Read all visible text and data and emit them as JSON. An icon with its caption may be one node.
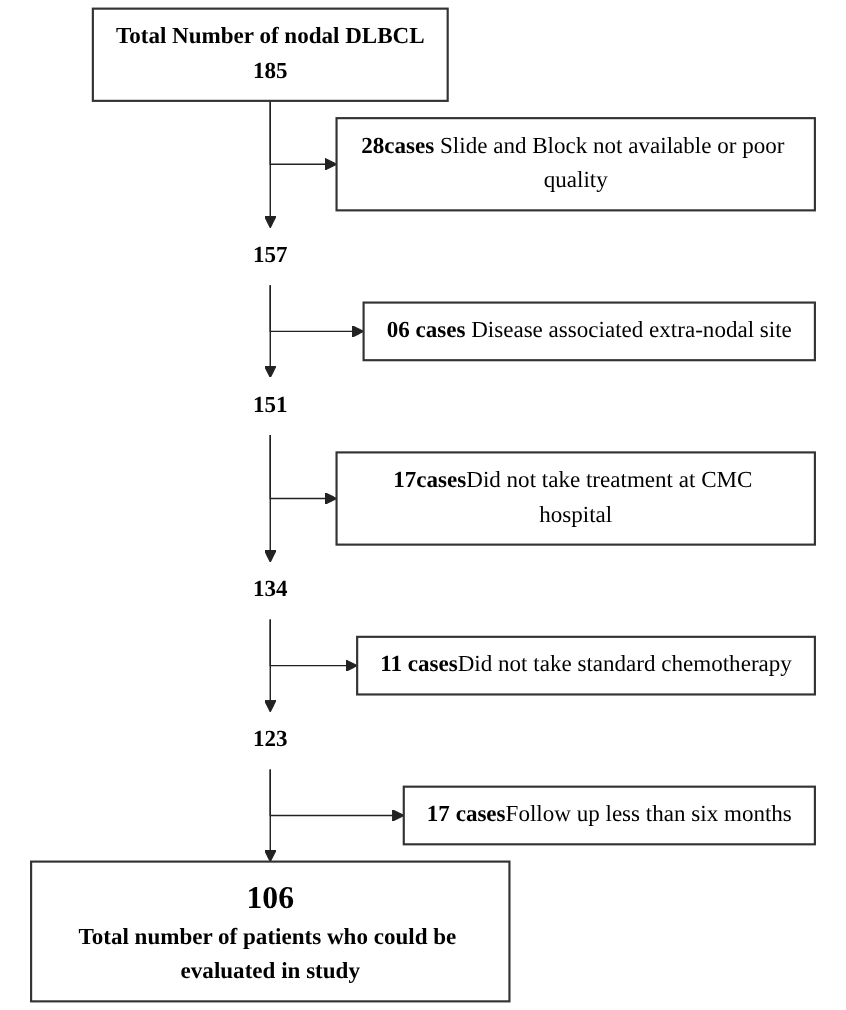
{
  "diagram": {
    "nodes": [
      {
        "text": [
          "Total Number of nodal DLBCL",
          "185"
        ]
      },
      {
        "text": [
          "**28cases** Slide and Block not available or poor quality"
        ]
      },
      {
        "text": [
          "157"
        ]
      },
      {
        "text": [
          "**06 cases** Disease associated extra-nodal site"
        ]
      },
      {
        "text": [
          "151"
        ]
      },
      {
        "text": [
          "**17cases**Did not take treatment at CMC hospital"
        ]
      },
      {
        "text": [
          "134"
        ]
      },
      {
        "text": [
          "**11 cases**Did not take standard chemotherapy"
        ]
      },
      {
        "text": [
          "123"
        ]
      },
      {
        "text": [
          "**17 cases**Follow up less than six months"
        ]
      },
      {
        "text": [
          "106",
          "Total number of patients who could be evaluated in study"
        ]
      }
    ],
    "edges": [
      {
        "from": 0,
        "to": 2,
        "arrow": "to"
      },
      {
        "from": 0,
        "to": 1,
        "arrow": "to"
      },
      {
        "from": 2,
        "to": 4,
        "arrow": "to"
      },
      {
        "from": 2,
        "to": 3,
        "arrow": "to"
      },
      {
        "from": 4,
        "to": 6,
        "arrow": "to"
      },
      {
        "from": 4,
        "to": 5,
        "arrow": "to"
      },
      {
        "from": 6,
        "to": 8,
        "arrow": "to"
      },
      {
        "from": 6,
        "to": 7,
        "arrow": "to"
      },
      {
        "from": 8,
        "to": 10,
        "arrow": "to"
      },
      {
        "from": 8,
        "to": 9,
        "arrow": "to"
      }
    ]
  }
}
